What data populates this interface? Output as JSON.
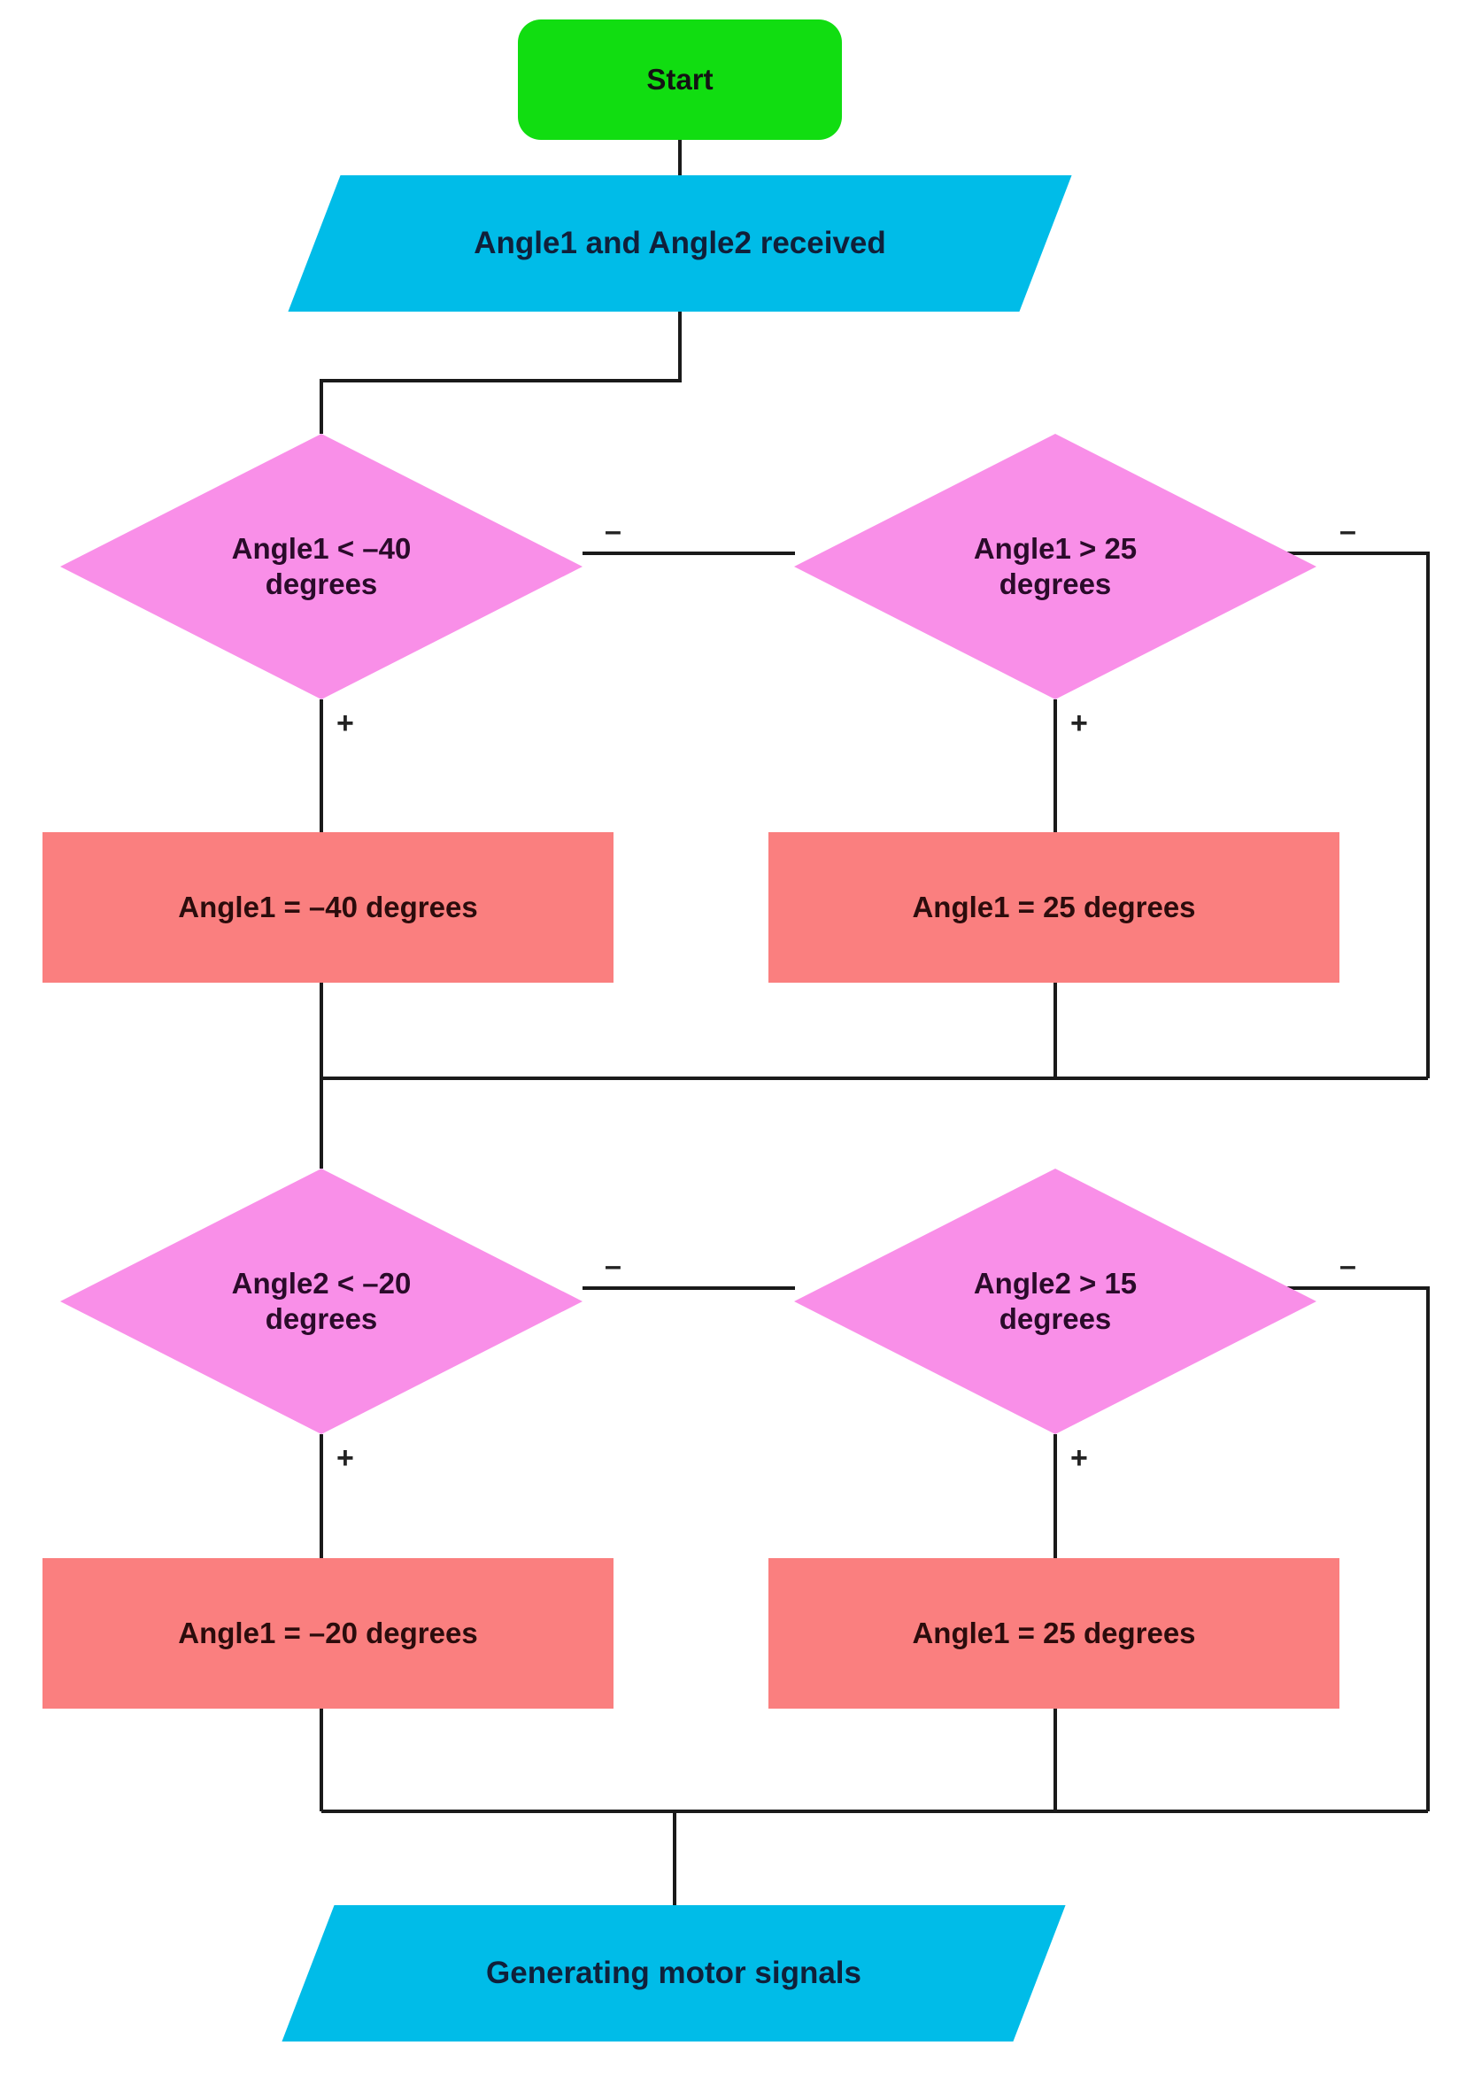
{
  "diagram": {
    "title": "Motor signal angle clamping flowchart",
    "background": "#ffffff",
    "palette": {
      "start_fill": "#11DD11",
      "io_fill": "#00BCE8",
      "decision_fill": "#F98FE8",
      "process_fill": "#FA7F7F",
      "edge_stroke": "#1a1a1a",
      "text_dark": "#18122b"
    },
    "nodes": [
      {
        "id": "start",
        "type": "terminator",
        "label": "Start"
      },
      {
        "id": "input",
        "type": "io",
        "label": "Angle1 and Angle2 received"
      },
      {
        "id": "dec1",
        "type": "decision",
        "label": "Angle1 < –40\ndegrees"
      },
      {
        "id": "dec2",
        "type": "decision",
        "label": "Angle1 > 25\ndegrees"
      },
      {
        "id": "proc1",
        "type": "process",
        "label": "Angle1 = –40 degrees"
      },
      {
        "id": "proc2",
        "type": "process",
        "label": "Angle1 = 25 degrees"
      },
      {
        "id": "dec3",
        "type": "decision",
        "label": "Angle2 < –20\ndegrees"
      },
      {
        "id": "dec4",
        "type": "decision",
        "label": "Angle2 > 15\ndegrees"
      },
      {
        "id": "proc3",
        "type": "process",
        "label": "Angle1 = –20 degrees"
      },
      {
        "id": "proc4",
        "type": "process",
        "label": "Angle1 = 25 degrees"
      },
      {
        "id": "output",
        "type": "io",
        "label": "Generating motor signals"
      }
    ],
    "edge_labels": {
      "dec1_minus": "–",
      "dec1_plus": "+",
      "dec2_minus": "–",
      "dec2_plus": "+",
      "dec3_minus": "–",
      "dec3_plus": "+",
      "dec4_minus": "–",
      "dec4_plus": "+"
    },
    "edges": [
      {
        "from": "start",
        "to": "input",
        "label": ""
      },
      {
        "from": "input",
        "to": "dec1",
        "label": ""
      },
      {
        "from": "dec1",
        "to": "dec2",
        "label": "–"
      },
      {
        "from": "dec1",
        "to": "proc1",
        "label": "+"
      },
      {
        "from": "dec2",
        "to": "proc2",
        "label": "+"
      },
      {
        "from": "dec2",
        "to": "merge1",
        "label": "–"
      },
      {
        "from": "proc1",
        "to": "merge1",
        "label": ""
      },
      {
        "from": "proc2",
        "to": "merge1",
        "label": ""
      },
      {
        "from": "merge1",
        "to": "dec3",
        "label": ""
      },
      {
        "from": "dec3",
        "to": "dec4",
        "label": "–"
      },
      {
        "from": "dec3",
        "to": "proc3",
        "label": "+"
      },
      {
        "from": "dec4",
        "to": "proc4",
        "label": "+"
      },
      {
        "from": "dec4",
        "to": "merge2",
        "label": "–"
      },
      {
        "from": "proc3",
        "to": "merge2",
        "label": ""
      },
      {
        "from": "proc4",
        "to": "merge2",
        "label": ""
      },
      {
        "from": "merge2",
        "to": "output",
        "label": ""
      }
    ]
  }
}
